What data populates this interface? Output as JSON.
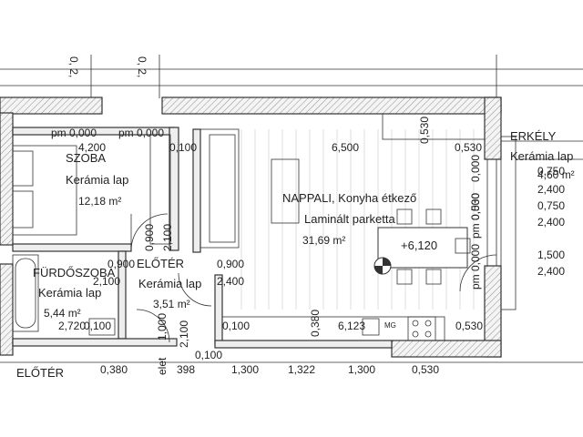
{
  "top_marks": {
    "left": "0, 2,",
    "middle": "0, 2,"
  },
  "rooms": {
    "szoba": {
      "name": "SZOBA",
      "floor": "Kerámia lap",
      "area": "12,18 m²"
    },
    "nappali": {
      "name": "NAPPALI, Konyha étkező",
      "floor": "Laminált parketta",
      "area": "31,69 m²"
    },
    "erkely": {
      "name": "ERKÉLY",
      "floor": "Kerámia lap",
      "area": "4,60 m²"
    },
    "furdo": {
      "name": "FÜRDŐSZOBA",
      "floor": "Kerámia lap",
      "area": "5,44 m²"
    },
    "eloter": {
      "name": "ELŐTÉR",
      "floor": "Kerámia lap",
      "area": "3,51 m²"
    },
    "eloter2": {
      "name": "ELŐTÉR"
    }
  },
  "levels": {
    "pm_left": "pm 0,000",
    "pm_mid": "pm 0,000",
    "elevation": "+6,120",
    "pm_vert_1": "pm 0,000",
    "pm_vert_2": "pm 0,000"
  },
  "dimensions": {
    "d4200": "4,200",
    "d0100_top": "0,100",
    "d6500": "6,500",
    "d0530_top": "0,530",
    "d0530_erk": "0,530",
    "d0900_v": "0,900",
    "d2100_v": "2,100",
    "d0900_h_left": "0,900",
    "d2100_h_left": "2,100",
    "d0900_h_mid": "0,900",
    "d2400_h_mid": "2,400",
    "d0000_v": "0,000",
    "d0530_v": "0,530",
    "d0750_a": "0,750",
    "d2400_a": "2,400",
    "d0750_b": "0,750",
    "d2400_b": "2,400",
    "d1500": "1,500",
    "d2400_c": "2,400",
    "d2720": "2,720",
    "d0100_furdo": "0,100",
    "d1000": "1,000",
    "d2100_b": "2,100",
    "d0100_mid": "0,100",
    "d0380_v": "0,380",
    "d6123": "6,123",
    "mg": "MG",
    "d0530_bot": "0,530",
    "d0380_bot": "0,380",
    "d0100_bot": "0,100",
    "d1300_a": "1,300",
    "d1322": "1,322",
    "d1300_b": "1,300",
    "d0530_bot2": "0,530",
    "elet": "elet",
    "d398": "398"
  }
}
